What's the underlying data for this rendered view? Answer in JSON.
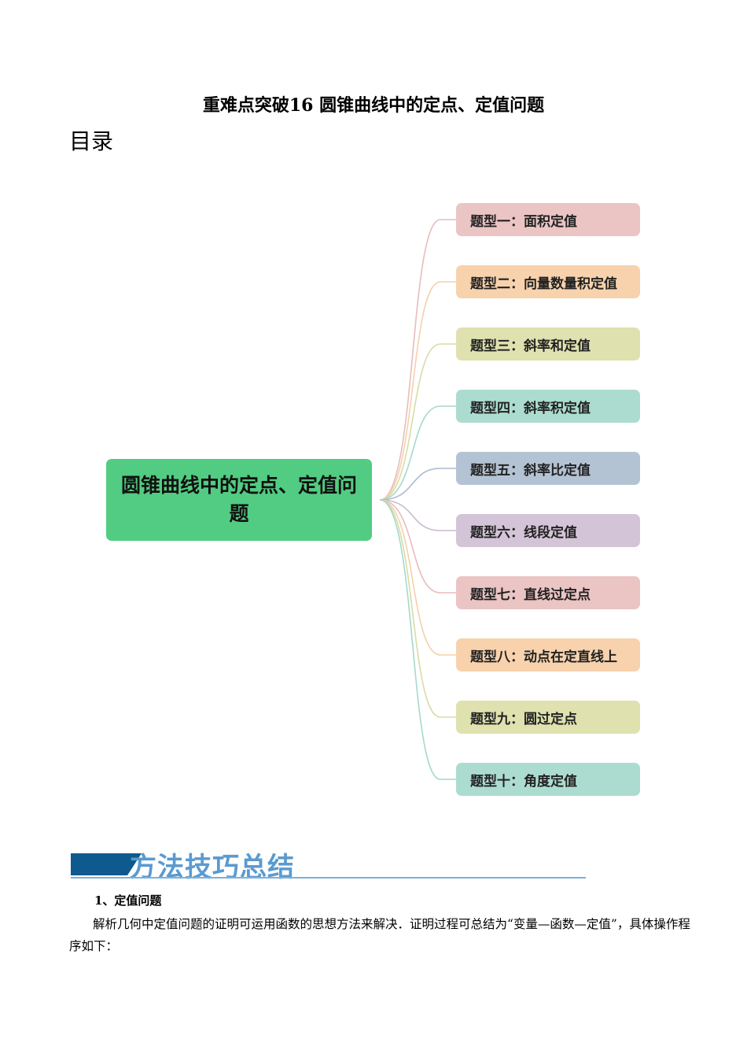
{
  "document": {
    "title": "重难点突破16 圆锥曲线中的定点、定值问题",
    "toc_heading": "目录"
  },
  "mindmap": {
    "central_label": "圆锥曲线中的定点、定值问题",
    "central_color": "#52cc82",
    "branches": [
      {
        "label": "题型一：面积定值",
        "fill": "#ebc4c4",
        "line": "#e8bcbc"
      },
      {
        "label": "题型二：向量数量积定值",
        "fill": "#f7d2ad",
        "line": "#f5d0aa"
      },
      {
        "label": "题型三：斜率和定值",
        "fill": "#dfe1af",
        "line": "#d8dba6"
      },
      {
        "label": "题型四：斜率积定值",
        "fill": "#acdcd0",
        "line": "#a4d9cc"
      },
      {
        "label": "题型五：斜率比定值",
        "fill": "#b4c3d4",
        "line": "#abbbd0"
      },
      {
        "label": "题型六：线段定值",
        "fill": "#d4c4d8",
        "line": "#cbbad0"
      },
      {
        "label": "题型七：直线过定点",
        "fill": "#ebc4c4",
        "line": "#e8bcbc"
      },
      {
        "label": "题型八：动点在定直线上",
        "fill": "#f7d2ad",
        "line": "#f5d0aa"
      },
      {
        "label": "题型九：圆过定点",
        "fill": "#dfe1af",
        "line": "#d8dba6"
      },
      {
        "label": "题型十：角度定值",
        "fill": "#acdcd0",
        "line": "#a4d9cc"
      }
    ]
  },
  "section": {
    "banner_title": "方法技巧总结",
    "sub_heading": "1、定值问题",
    "paragraph": "解析几何中定值问题的证明可运用函数的思想方法来解决．证明过程可总结为“变量—函数—定值”，具体操作程序如下："
  }
}
